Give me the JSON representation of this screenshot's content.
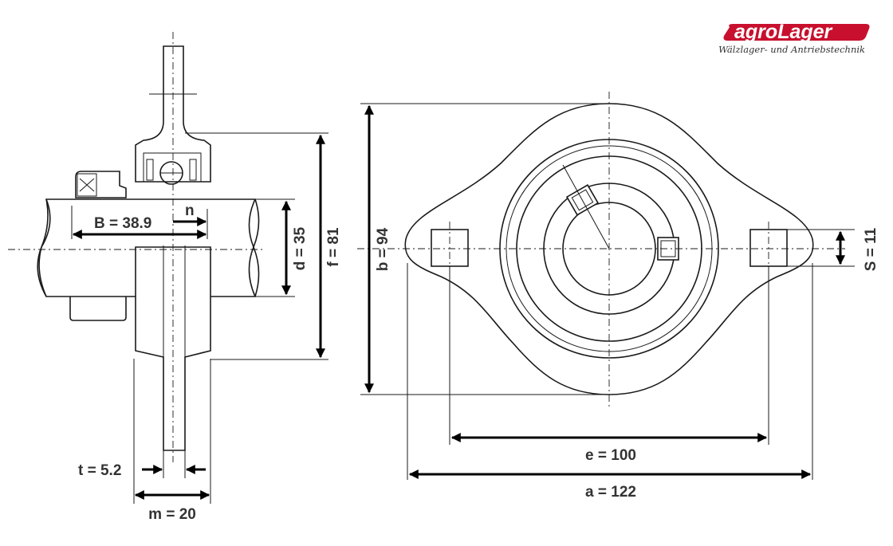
{
  "brand": {
    "name_part1": "agro",
    "name_part2": "Lager",
    "tagline": "Wälzlager- und Antriebstechnik",
    "accent_color": "#c8102e",
    "text_color": "#ffffff"
  },
  "dimensions": {
    "B": "B = 38.9",
    "n": "n",
    "d": "d = 35",
    "f": "f = 81",
    "t": "t = 5.2",
    "m": "m = 20",
    "b": "b = 94",
    "S": "S = 11",
    "e": "e = 100",
    "a": "a = 122"
  }
}
